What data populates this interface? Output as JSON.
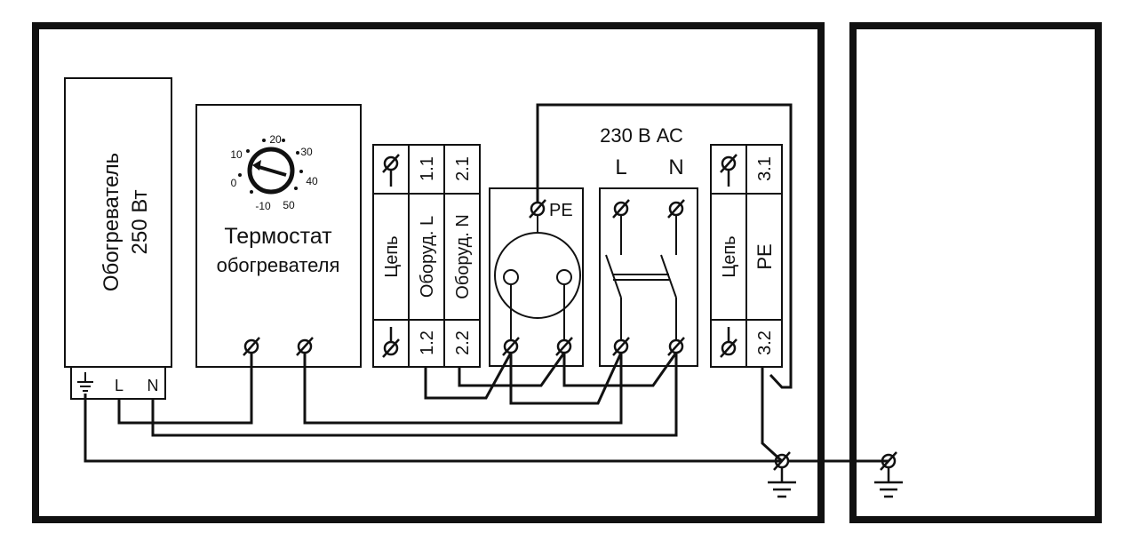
{
  "heater": {
    "label_line1": "Обогреватель",
    "label_line2": "250 Вт",
    "terminal_l": "L",
    "terminal_n": "N"
  },
  "thermostat": {
    "label_line1": "Термостат",
    "label_line2": "обогревателя",
    "dial_marks": [
      "-10",
      "0",
      "10",
      "20",
      "30",
      "40",
      "50"
    ]
  },
  "block1": {
    "circuit_label": "Цепь",
    "equip_l_label": "Оборуд. L",
    "equip_n_label": "Оборуд. N",
    "term_1_1": "1.1",
    "term_2_1": "2.1",
    "term_1_2": "1.2",
    "term_2_2": "2.2"
  },
  "socket": {
    "pe_label": "PE"
  },
  "supply": {
    "voltage_label": "230 В АС",
    "l_label": "L",
    "n_label": "N"
  },
  "block2": {
    "circuit_label": "Цепь",
    "pe_label": "PE",
    "term_3_1": "3.1",
    "term_3_2": "3.2"
  },
  "colors": {
    "line": "#111111",
    "background": "#ffffff"
  }
}
